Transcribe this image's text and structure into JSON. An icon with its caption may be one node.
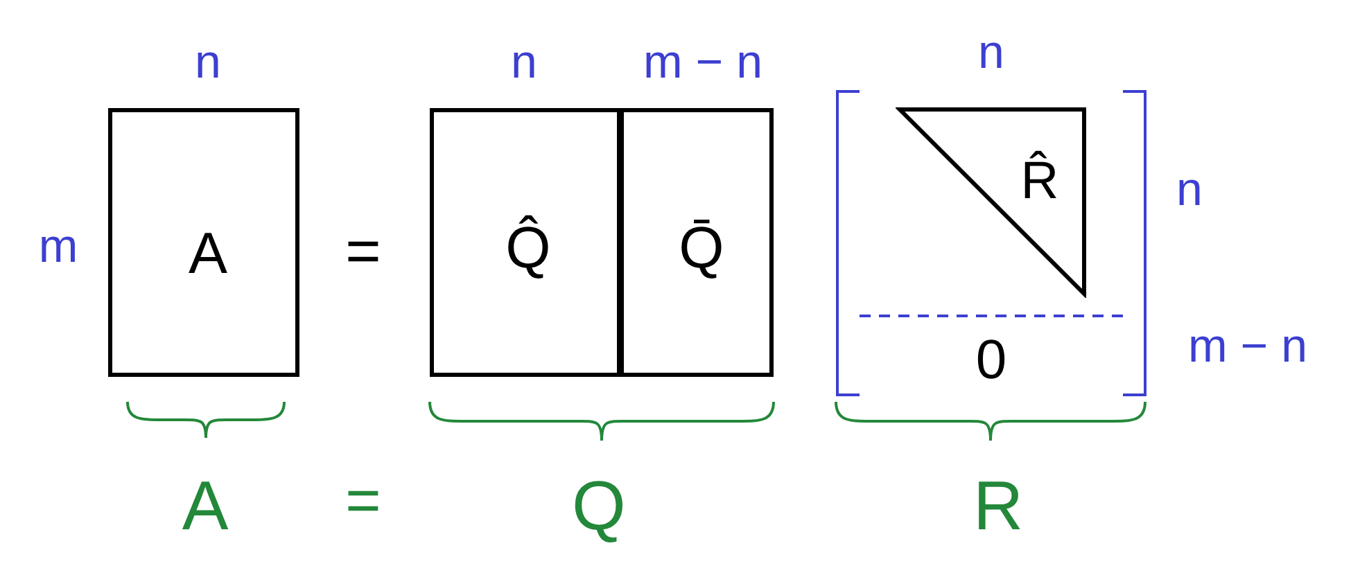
{
  "diagram": {
    "nodes": [
      {
        "text": [
          "A"
        ]
      },
      {
        "text": [
          "Q̂"
        ]
      },
      {
        "text": [
          "Q̄"
        ]
      },
      {
        "text": [
          "R̂"
        ]
      }
    ],
    "labels": [
      "n",
      "m",
      "=",
      "n",
      "m − n",
      "n",
      "n",
      "m − n",
      "0",
      "A",
      "=",
      "Q",
      "R"
    ]
  }
}
